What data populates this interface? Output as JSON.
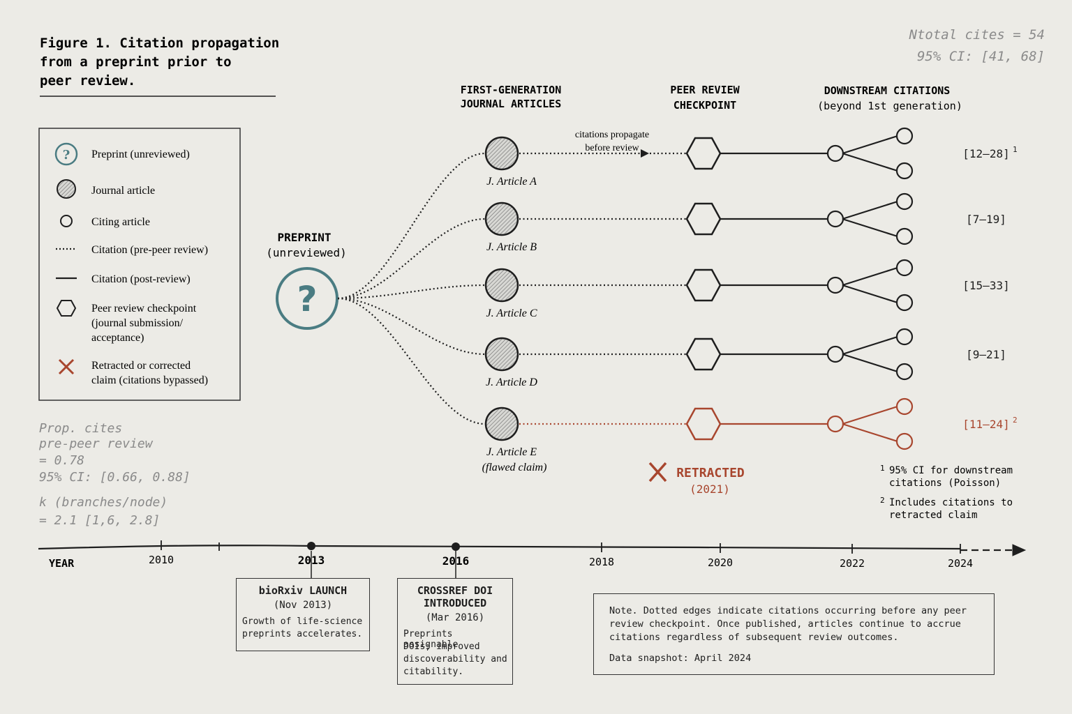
{
  "figure": {
    "title_lines": [
      "Figure 1.  Citation propagation",
      "from a preprint prior to",
      "peer review."
    ]
  },
  "stats_top": {
    "line1": "Ntotal cites = 54",
    "line2": "95% CI: [41, 68]"
  },
  "legend": {
    "items": [
      {
        "icon": "question-circle-icon",
        "label": "Preprint (unreviewed)"
      },
      {
        "icon": "hatched-circle-icon",
        "label": "Journal article"
      },
      {
        "icon": "open-circle-icon",
        "label": "Citing article"
      },
      {
        "icon": "dotted-line-icon",
        "label": "Citation (pre-peer review)"
      },
      {
        "icon": "solid-line-icon",
        "label": "Citation (post-review)"
      },
      {
        "icon": "hexagon-icon",
        "label": "Peer review checkpoint",
        "label2": "(journal submission/",
        "label3": "acceptance)"
      },
      {
        "icon": "red-x-icon",
        "label": "Retracted or corrected",
        "label2": "claim (citations bypassed)"
      }
    ]
  },
  "stats_left": {
    "lines": [
      "Prop. cites",
      "pre-peer review",
      " =  0.78",
      "95% CI: [0.66, 0.88]"
    ],
    "k_lines": [
      "k (branches/node)",
      "= 2.1 [1,6, 2.8]"
    ]
  },
  "preprint": {
    "title": "PREPRINT",
    "subtitle": "(unreviewed)",
    "symbol": "?"
  },
  "column_headers": {
    "first_gen_1": "FIRST-GENERATION",
    "first_gen_2": "JOURNAL ARTICLES",
    "peer_1": "PEER REVIEW",
    "peer_2": "CHECKPOINT",
    "down_1": "DOWNSTREAM CITATIONS",
    "down_2": "(beyond 1st generation)"
  },
  "propagate_note": {
    "line1": "citations propagate",
    "line2": "before review"
  },
  "articles": [
    {
      "label": "J. Article A",
      "range": "[12–28]",
      "sup": "1",
      "flawed": false
    },
    {
      "label": "J. Article B",
      "range": "[7–19]",
      "sup": "",
      "flawed": false
    },
    {
      "label": "J. Article C",
      "range": "[15–33]",
      "sup": "",
      "flawed": false
    },
    {
      "label": "J. Article D",
      "range": "[9–21]",
      "sup": "",
      "flawed": false
    },
    {
      "label": "J. Article E",
      "label2": "(flawed claim)",
      "range": "[11–24]",
      "sup": "2",
      "flawed": true
    }
  ],
  "retracted": {
    "label": "RETRACTED",
    "year": "(2021)"
  },
  "footnotes": [
    {
      "mark": "1",
      "line1": "95% CI for downstream",
      "line2": "citations (Poisson)"
    },
    {
      "mark": "2",
      "line1": "Includes citations to",
      "line2": "retracted claim"
    }
  ],
  "timeline": {
    "axis_label": "YEAR",
    "ticks": [
      {
        "year": "2010",
        "bold": false
      },
      {
        "year": "2013",
        "bold": true
      },
      {
        "year": "2016",
        "bold": true
      },
      {
        "year": "2018",
        "bold": false
      },
      {
        "year": "2020",
        "bold": false
      },
      {
        "year": "2022",
        "bold": false
      },
      {
        "year": "2024",
        "bold": false
      }
    ]
  },
  "events": [
    {
      "title": "bioRxiv LAUNCH",
      "date": "(Nov 2013)",
      "body": [
        "Growth of life-science",
        "preprints accelerates."
      ]
    },
    {
      "title": "CROSSREF DOI",
      "title2": "INTRODUCED",
      "date": "(Mar 2016)",
      "body": [
        "Preprints assignable",
        "DOIs; improved",
        "discoverability and",
        "citability."
      ]
    }
  ],
  "note": {
    "lines": [
      "Note. Dotted edges indicate citations occurring before any peer",
      "review checkpoint. Once published, articles continue to accrue",
      "citations regardless of subsequent review outcomes."
    ],
    "snapshot": "Data snapshot: April 2024"
  },
  "colors": {
    "ink": "#1e1e1e",
    "teal": "#4a7c82",
    "rust": "#a8462e",
    "grey_text": "#8a8a8a",
    "paper": "#ecebe6"
  }
}
